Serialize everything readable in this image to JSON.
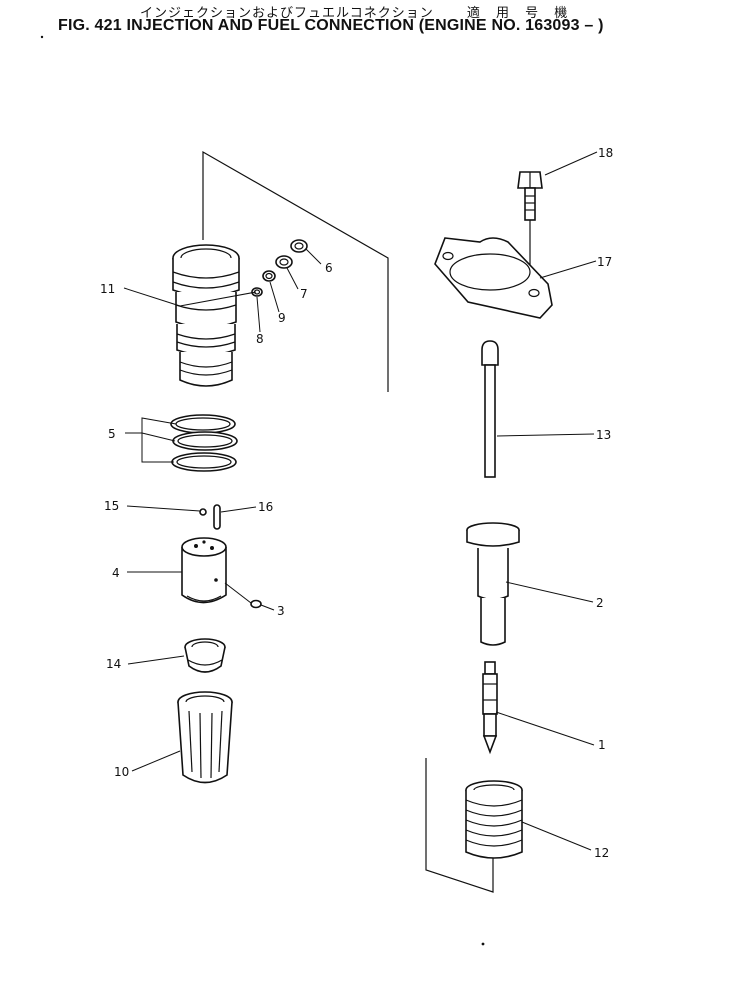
{
  "header": {
    "jp_title": "インジェクションおよびフュエルコネクション",
    "jp_applicable": "適 用 号 機",
    "fig_title": "FIG. 421  INJECTION AND FUEL CONNECTION (ENGINE NO. 163093 –  )"
  },
  "callouts": {
    "c1": "1",
    "c2": "2",
    "c3": "3",
    "c4": "4",
    "c5": "5",
    "c6": "6",
    "c7": "7",
    "c8": "8",
    "c9": "9",
    "c10": "10",
    "c11": "11",
    "c12": "12",
    "c13": "13",
    "c14": "14",
    "c15": "15",
    "c16": "16",
    "c17": "17",
    "c18": "18"
  }
}
